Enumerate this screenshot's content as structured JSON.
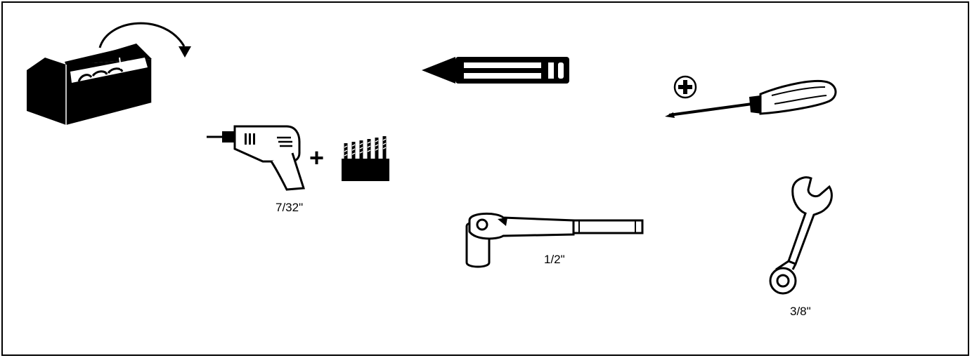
{
  "tools": {
    "toolbox": {
      "icon": "toolbox-icon",
      "open_arrow_icon": "curved-arrow-icon"
    },
    "pencil": {
      "icon": "pencil-icon"
    },
    "screwdriver": {
      "icon": "phillips-screwdriver-icon",
      "type_icon": "phillips-plus-icon"
    },
    "drill": {
      "icon": "power-drill-icon",
      "bits_icon": "drill-bits-icon",
      "combine_symbol": "+",
      "bit_size": "7/32\""
    },
    "ratchet": {
      "icon": "socket-ratchet-icon",
      "socket_size": "1/2\""
    },
    "wrench": {
      "icon": "combination-wrench-icon",
      "wrench_size": "3/8\""
    }
  },
  "colors": {
    "ink": "#000000",
    "paper": "#ffffff"
  }
}
